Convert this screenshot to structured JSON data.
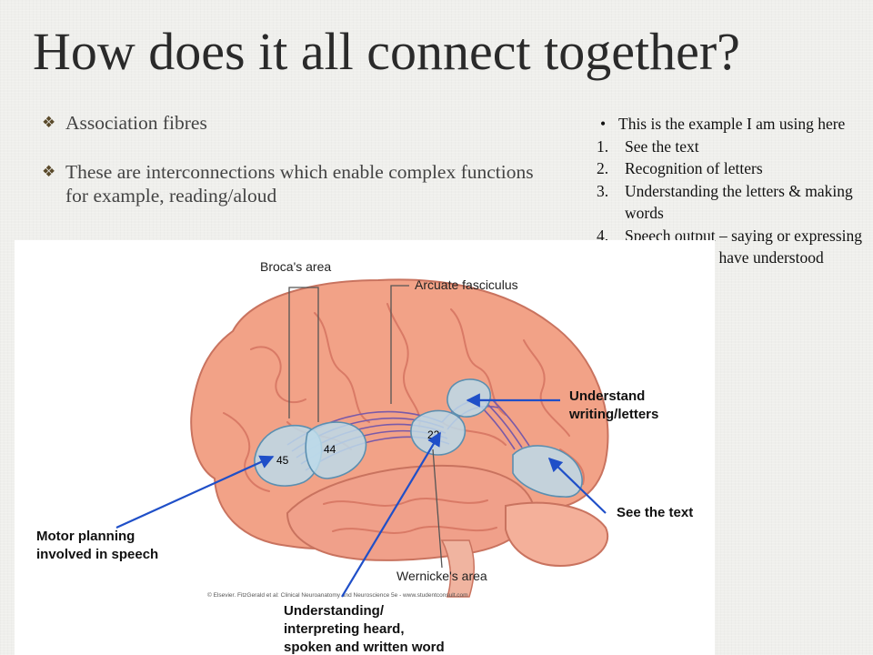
{
  "slide": {
    "title": "How does it all connect together?",
    "bullets": [
      {
        "icon": "diamond-bullet-icon",
        "text": "Association fibres"
      },
      {
        "icon": "diamond-bullet-icon",
        "text": "These are interconnections which enable complex functions for example, reading/aloud"
      }
    ]
  },
  "side_panel": {
    "lead": "This is the example I am using here",
    "steps": [
      {
        "num": "1.",
        "text": "See the text"
      },
      {
        "num": "2.",
        "text": "Recognition of letters"
      },
      {
        "num": "3.",
        "text": "Understanding the letters & making words"
      },
      {
        "num": "4.",
        "text": "Speech output – saying or expressing the words you have understood"
      }
    ]
  },
  "figure": {
    "labels": {
      "broca": "Broca's area",
      "arcuate": "Arcuate fasciculus",
      "wernicke": "Wernicke's area",
      "area45": "45",
      "area44": "44",
      "area22": "22",
      "understand_writing_1": "Understand",
      "understand_writing_2": "writing/letters",
      "see_text": "See the text",
      "motor_1": "Motor planning",
      "motor_2": "involved in speech",
      "interp_1": "Understanding/",
      "interp_2": "interpreting heard,",
      "interp_3": "spoken and written word",
      "credit": "© Elsevier. FitzGerald et al: Clinical Neuroanatomy and Neuroscience 5e - www.studentconsult.com"
    },
    "colors": {
      "brain": "#f2a287",
      "brain_fold": "#d97a66",
      "area_fill": "#bcdbea",
      "area_stroke": "#5b8fb0",
      "arrow": "#1f4fc8",
      "fibre": "#7a5aa8"
    }
  }
}
